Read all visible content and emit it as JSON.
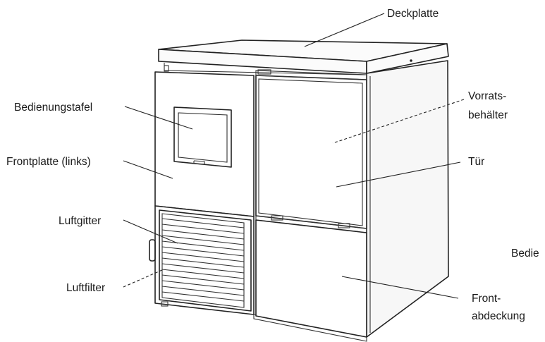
{
  "labels": {
    "deckplatte": "Deckplatte",
    "bedienungstafel": "Bedienungstafel",
    "vorrats_line1": "Vorrats-",
    "vorrats_line2": "behälter",
    "frontplatte_links": "Frontplatte (links)",
    "tuer": "Tür",
    "luftgitter": "Luftgitter",
    "luftfilter": "Luftfilter",
    "bedie_cut": "Bedie",
    "front_line1": "Front-",
    "front_line2": "abdeckung"
  }
}
